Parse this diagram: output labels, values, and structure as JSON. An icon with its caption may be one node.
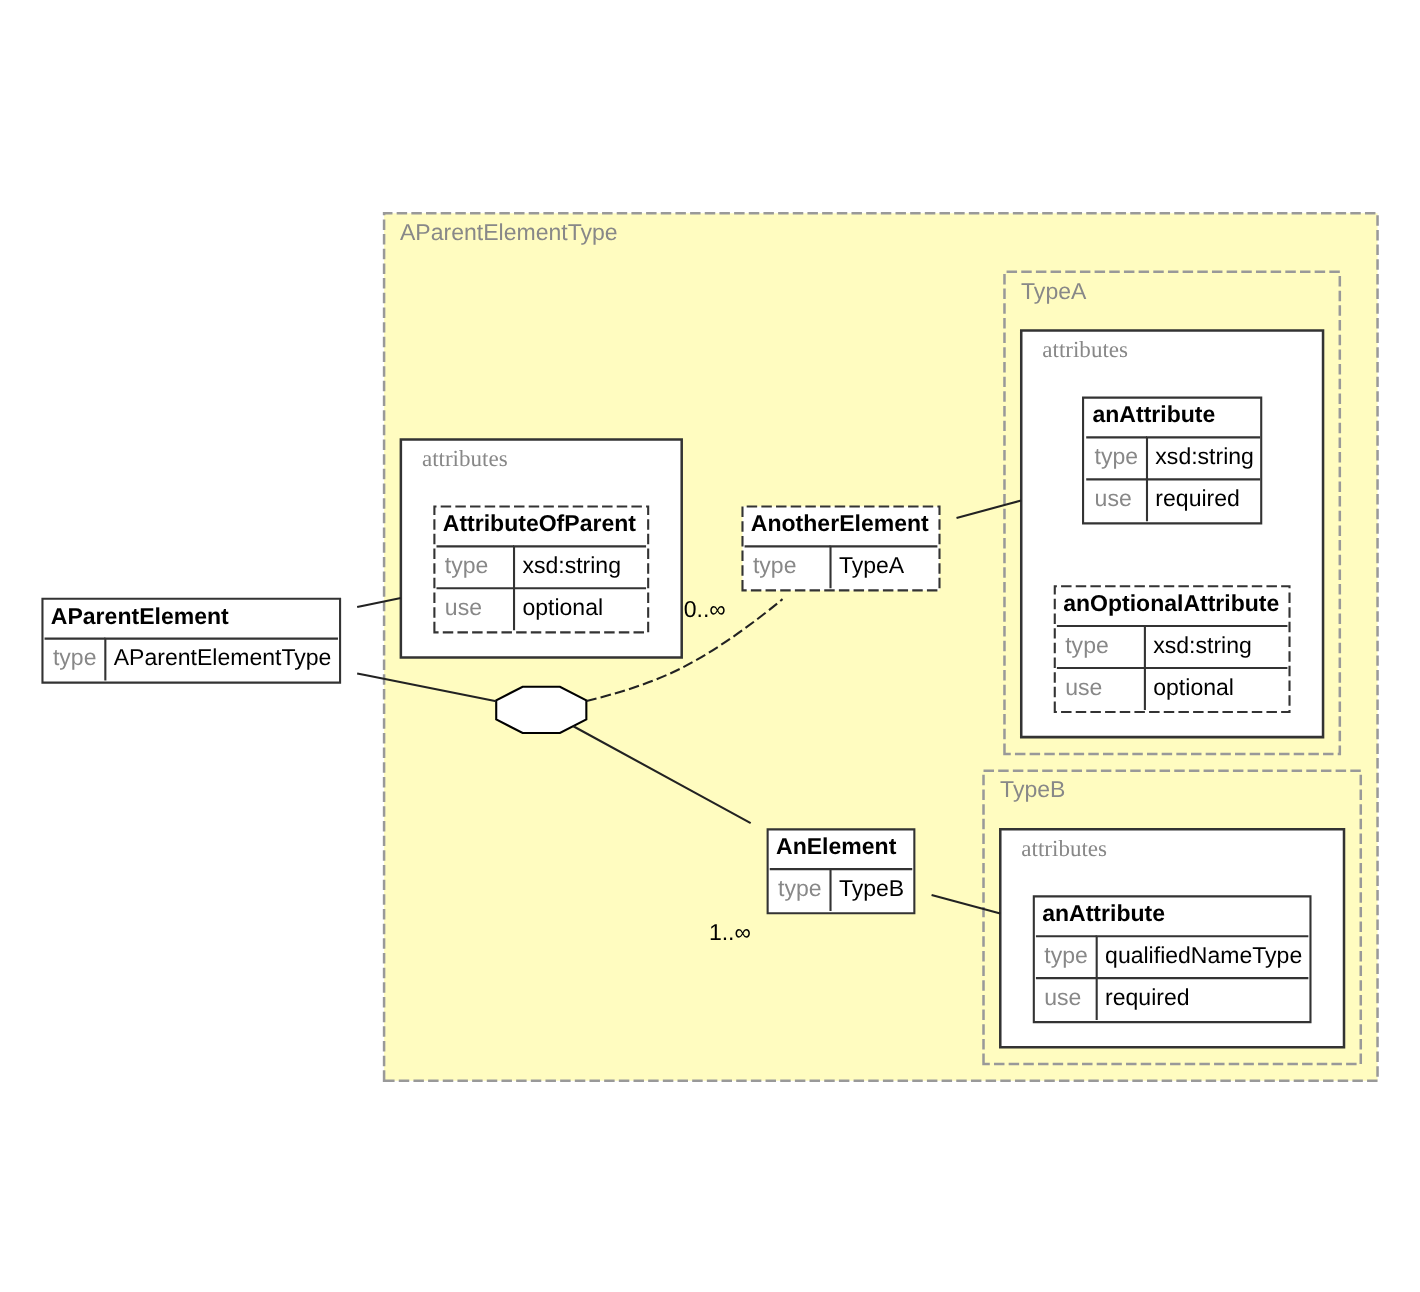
{
  "diagram": {
    "nodes": [
      {
        "text": [
          "AParentElement",
          "type",
          "AParentElementType"
        ]
      },
      {
        "text": [
          "AParentElementType"
        ]
      },
      {
        "text": [
          "attributes"
        ],
        "in": 1
      },
      {
        "text": [
          "AttributeOfParent",
          "type",
          "xsd:string",
          "use",
          "optional"
        ],
        "in": 2
      },
      {
        "text": [],
        "shape": "octagon",
        "in": 1
      },
      {
        "text": [
          "AnElement",
          "type",
          "TypeB"
        ],
        "in": 1,
        "beside": [
          "1..∞"
        ]
      },
      {
        "text": [
          "TypeB"
        ],
        "in": 1
      },
      {
        "text": [
          "attributes"
        ],
        "in": 6
      },
      {
        "text": [
          "anAttribute",
          "type",
          "qualifiedNameType",
          "use",
          "required"
        ],
        "in": 7
      },
      {
        "text": [
          "AnotherElement",
          "type",
          "TypeA"
        ],
        "in": 1,
        "beside": [
          "0..∞"
        ]
      },
      {
        "text": [
          "TypeA"
        ],
        "in": 1
      },
      {
        "text": [
          "attributes"
        ],
        "in": 10
      },
      {
        "text": [
          "anAttribute",
          "type",
          "xsd:string",
          "use",
          "required"
        ],
        "in": 11
      },
      {
        "text": [
          "anOptionalAttribute",
          "type",
          "xsd:string",
          "use",
          "optional"
        ],
        "in": 11
      }
    ],
    "edges": [
      {
        "from": 0,
        "to": 2,
        "arrow": "none"
      },
      {
        "from": 0,
        "to": 4,
        "arrow": "none"
      },
      {
        "from": 4,
        "to": 5,
        "arrow": "none"
      },
      {
        "from": 4,
        "to": 9,
        "arrow": "none",
        "style": "dashed"
      },
      {
        "from": 5,
        "to": 7,
        "arrow": "none"
      },
      {
        "from": 9,
        "to": 11,
        "arrow": "none"
      }
    ]
  }
}
